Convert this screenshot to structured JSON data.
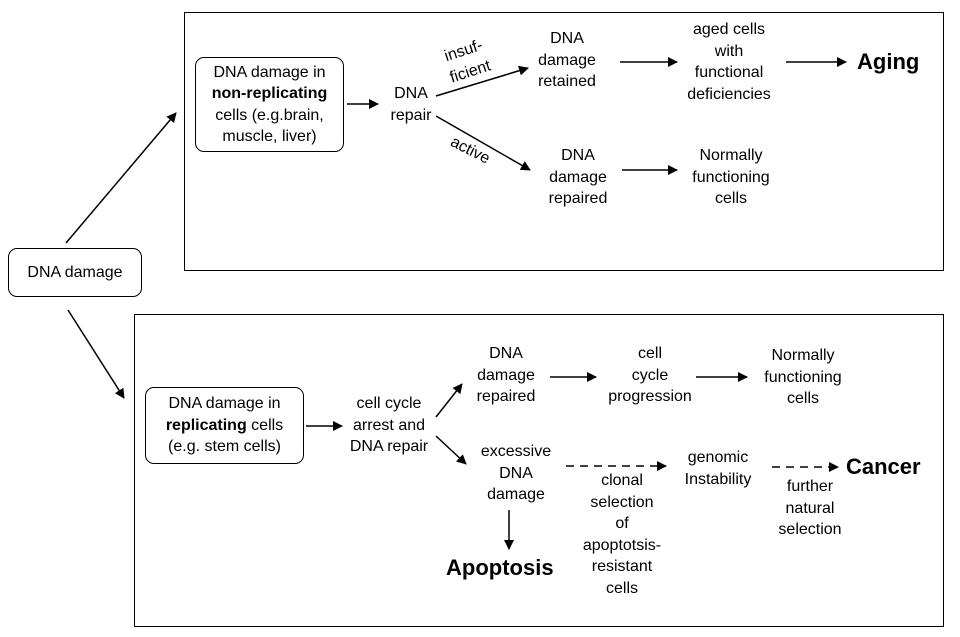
{
  "root": {
    "label": "DNA damage"
  },
  "top_panel": {
    "source": {
      "line1": "DNA damage in",
      "line2": "non-replicating",
      "line3": "cells (e.g.brain,",
      "line4": "muscle, liver)"
    },
    "repair": {
      "line1": "DNA",
      "line2": "repair"
    },
    "insufficient_label": {
      "line1": "insuf-",
      "line2": "ficient"
    },
    "active_label": "active",
    "retained": {
      "line1": "DNA",
      "line2": "damage",
      "line3": "retained"
    },
    "aged": {
      "line1": "aged cells",
      "line2": "with",
      "line3": "functional",
      "line4": "deficiencies"
    },
    "outcome": "Aging",
    "repaired": {
      "line1": "DNA",
      "line2": "damage",
      "line3": "repaired"
    },
    "normal": {
      "line1": "Normally",
      "line2": "functioning",
      "line3": "cells"
    }
  },
  "bottom_panel": {
    "source": {
      "line1": "DNA damage in",
      "line2_bold": "replicating",
      "line2_rest": " cells",
      "line3": "(e.g. stem cells)"
    },
    "arrest": {
      "line1": "cell cycle",
      "line2": "arrest and",
      "line3": "DNA repair"
    },
    "repaired": {
      "line1": "DNA",
      "line2": "damage",
      "line3": "repaired"
    },
    "progression": {
      "line1": "cell",
      "line2": "cycle",
      "line3": "progression"
    },
    "normal": {
      "line1": "Normally",
      "line2": "functioning",
      "line3": "cells"
    },
    "excessive": {
      "line1": "excessive",
      "line2": "DNA",
      "line3": "damage"
    },
    "genomic": {
      "line1": "genomic",
      "line2": "Instability"
    },
    "cancer": "Cancer",
    "apoptosis": "Apoptosis",
    "clonal": {
      "line1": "clonal",
      "line2": "selection",
      "line3": "of",
      "line4": "apoptotsis-",
      "line5": "resistant",
      "line6": "cells"
    },
    "further": {
      "line1": "further",
      "line2": "natural",
      "line3": "selection"
    }
  }
}
